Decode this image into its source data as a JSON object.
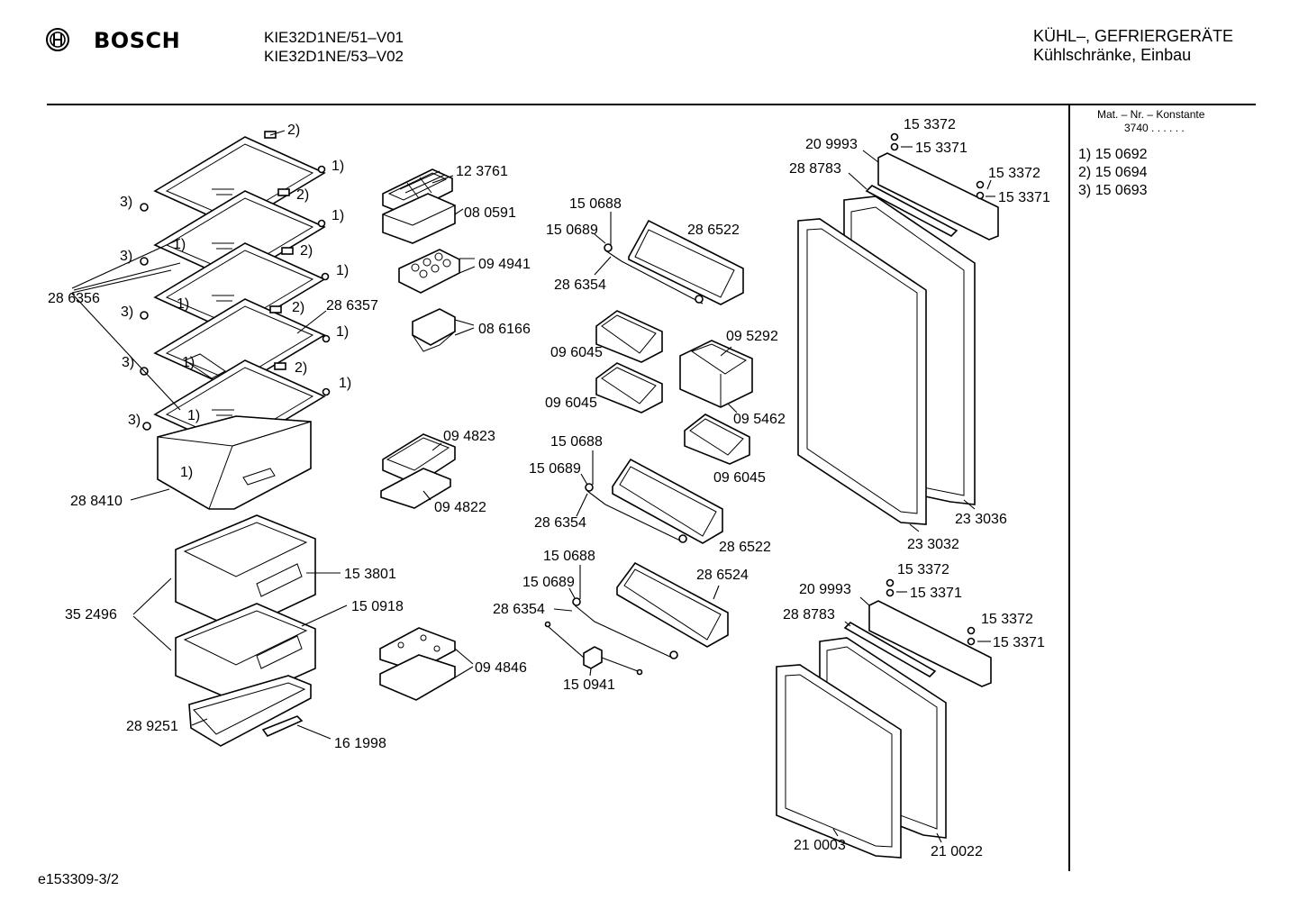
{
  "header": {
    "brand": "BOSCH",
    "models": [
      "KIE32D1NE/51–V01",
      "KIE32D1NE/53–V02"
    ],
    "category": "KÜHL–, GEFRIERGERÄTE",
    "subcategory": "Kühlschränke, Einbau"
  },
  "sidebar": {
    "constant_label": "Mat. – Nr. – Konstante",
    "constant_value": "3740  .  .   .  .  .  .",
    "footnotes": [
      {
        "ref": "1)",
        "part": "15 0692"
      },
      {
        "ref": "2)",
        "part": "15 0694"
      },
      {
        "ref": "3)",
        "part": "15 0693"
      }
    ]
  },
  "footer": {
    "doc_id": "e153309-3/2"
  },
  "labels": [
    {
      "id": "l1",
      "text": "2)"
    },
    {
      "id": "l2",
      "text": "1)"
    },
    {
      "id": "l3",
      "text": "2)"
    },
    {
      "id": "l4",
      "text": "1)"
    },
    {
      "id": "l5",
      "text": "2)"
    },
    {
      "id": "l6",
      "text": "1)"
    },
    {
      "id": "l7",
      "text": "2)"
    },
    {
      "id": "l8",
      "text": "1)"
    },
    {
      "id": "l9",
      "text": "2)"
    },
    {
      "id": "l10",
      "text": "1)"
    },
    {
      "id": "l11",
      "text": "3)"
    },
    {
      "id": "l12",
      "text": "1)"
    },
    {
      "id": "l13",
      "text": "3)"
    },
    {
      "id": "l14",
      "text": "1)"
    },
    {
      "id": "l15",
      "text": "3)"
    },
    {
      "id": "l16",
      "text": "1)"
    },
    {
      "id": "l17",
      "text": "3)"
    },
    {
      "id": "l18",
      "text": "1)"
    },
    {
      "id": "l19",
      "text": "3)"
    },
    {
      "id": "l20",
      "text": "1)"
    },
    {
      "id": "l21",
      "text": "1)"
    },
    {
      "id": "l22",
      "text": "28 6356"
    },
    {
      "id": "l23",
      "text": "28 6357"
    },
    {
      "id": "l24",
      "text": "28 8410"
    },
    {
      "id": "l25",
      "text": "15 3801"
    },
    {
      "id": "l26",
      "text": "35 2496"
    },
    {
      "id": "l27",
      "text": "15 0918"
    },
    {
      "id": "l28",
      "text": "28 9251"
    },
    {
      "id": "l29",
      "text": "16 1998"
    },
    {
      "id": "l30",
      "text": "12 3761"
    },
    {
      "id": "l31",
      "text": "08 0591"
    },
    {
      "id": "l32",
      "text": "09 4941"
    },
    {
      "id": "l33",
      "text": "08 6166"
    },
    {
      "id": "l34",
      "text": "09 4823"
    },
    {
      "id": "l35",
      "text": "09 4822"
    },
    {
      "id": "l36",
      "text": "09 4846"
    },
    {
      "id": "l37",
      "text": "15 0688"
    },
    {
      "id": "l38",
      "text": "15 0689"
    },
    {
      "id": "l39",
      "text": "28 6522"
    },
    {
      "id": "l40",
      "text": "28 6354"
    },
    {
      "id": "l41",
      "text": "09 6045"
    },
    {
      "id": "l42",
      "text": "09 5292"
    },
    {
      "id": "l43",
      "text": "09 6045"
    },
    {
      "id": "l44",
      "text": "09 5462"
    },
    {
      "id": "l45",
      "text": "09 6045"
    },
    {
      "id": "l46",
      "text": "15 0688"
    },
    {
      "id": "l47",
      "text": "15 0689"
    },
    {
      "id": "l48",
      "text": "28 6354"
    },
    {
      "id": "l49",
      "text": "28 6522"
    },
    {
      "id": "l50",
      "text": "15 0688"
    },
    {
      "id": "l51",
      "text": "15 0689"
    },
    {
      "id": "l52",
      "text": "28 6524"
    },
    {
      "id": "l53",
      "text": "28 6354"
    },
    {
      "id": "l54",
      "text": "15 0941"
    },
    {
      "id": "l55",
      "text": "15 3372"
    },
    {
      "id": "l56",
      "text": "20 9993"
    },
    {
      "id": "l57",
      "text": "15 3371"
    },
    {
      "id": "l58",
      "text": "28 8783"
    },
    {
      "id": "l59",
      "text": "15 3372"
    },
    {
      "id": "l60",
      "text": "15 3371"
    },
    {
      "id": "l61",
      "text": "23 3036"
    },
    {
      "id": "l62",
      "text": "23 3032"
    },
    {
      "id": "l63",
      "text": "15 3372"
    },
    {
      "id": "l64",
      "text": "20 9993"
    },
    {
      "id": "l65",
      "text": "15 3371"
    },
    {
      "id": "l66",
      "text": "28 8783"
    },
    {
      "id": "l67",
      "text": "15 3372"
    },
    {
      "id": "l68",
      "text": "15 3371"
    },
    {
      "id": "l69",
      "text": "21 0003"
    },
    {
      "id": "l70",
      "text": "21 0022"
    }
  ]
}
